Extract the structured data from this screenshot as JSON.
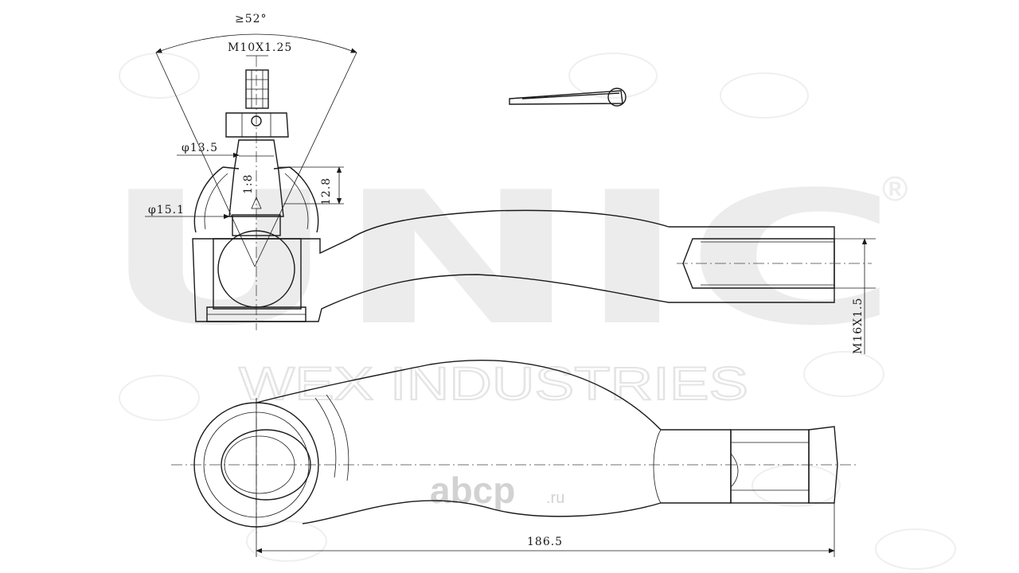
{
  "watermark": {
    "brand": "UNIC",
    "registered_mark": "®",
    "company": "WEX INDUSTRIES"
  },
  "site_logo": {
    "name": "abcp",
    "suffix": ".ru"
  },
  "dimensions": {
    "angle": "≥52°",
    "stud_thread": "M10X1.25",
    "diameter_upper": "φ13.5",
    "diameter_lower": "φ15.1",
    "taper": "1:8",
    "taper_height": "12.8",
    "rod_thread": "M16X1.5",
    "overall_length": "186.5"
  },
  "colors": {
    "line": "#1a1a1a",
    "watermark": "#ececec",
    "logo": "#d2d2d2"
  }
}
